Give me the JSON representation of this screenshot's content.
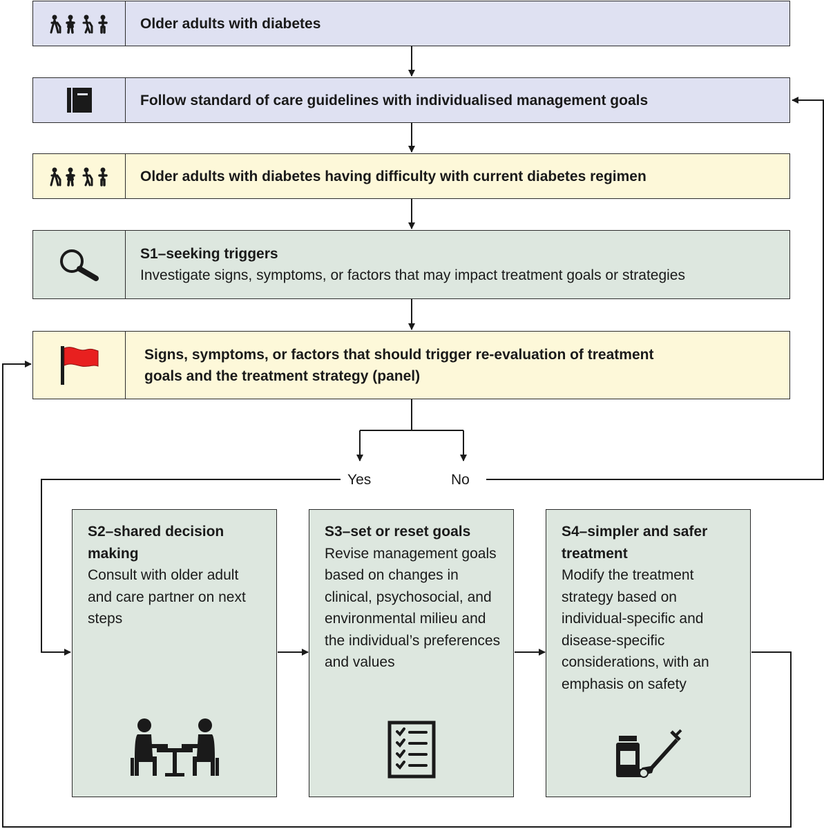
{
  "rows": [
    {
      "title": "Older adults with diabetes",
      "body": "",
      "icon": "older-adults-icon",
      "fill": "#dfe1f2"
    },
    {
      "title": "Follow standard of care guidelines with individualised management goals",
      "body": "",
      "icon": "book-icon",
      "fill": "#dfe1f2"
    },
    {
      "title": "Older adults with diabetes having difficulty with current diabetes regimen",
      "body": "",
      "icon": "older-adults-icon",
      "fill": "#fdf8d9"
    },
    {
      "title": "S1–seeking triggers",
      "body": "Investigate signs, symptoms, or factors that may impact treatment goals or strategies",
      "icon": "magnifier-icon",
      "fill": "#dde7df"
    },
    {
      "title_line1": "Signs, symptoms, or factors that should trigger re-evaluation of treatment",
      "title_line2": "goals and the treatment strategy (panel)",
      "icon": "red-flag-icon",
      "fill": "#fdf8d9"
    }
  ],
  "branches": {
    "yes": "Yes",
    "no": "No"
  },
  "steps": [
    {
      "title": "S2–shared decision making",
      "body": "Consult with older adult and care partner on next steps",
      "icon": "consultation-icon"
    },
    {
      "title": "S3–set or reset goals",
      "body": "Revise management goals based on changes in clinical, psychosocial, and environmental milieu and the individual’s preferences and values",
      "icon": "checklist-icon"
    },
    {
      "title": "S4–simpler and safer treatment",
      "body": "Modify the treatment strategy based on individual-specific and disease-specific considerations, with an emphasis on safety",
      "icon": "medication-syringe-icon"
    }
  ],
  "colors": {
    "lavender": "#dfe1f2",
    "yellow": "#fdf8d9",
    "green": "#dde7df",
    "flag": "#e8201f",
    "line": "#1a1a1a"
  }
}
